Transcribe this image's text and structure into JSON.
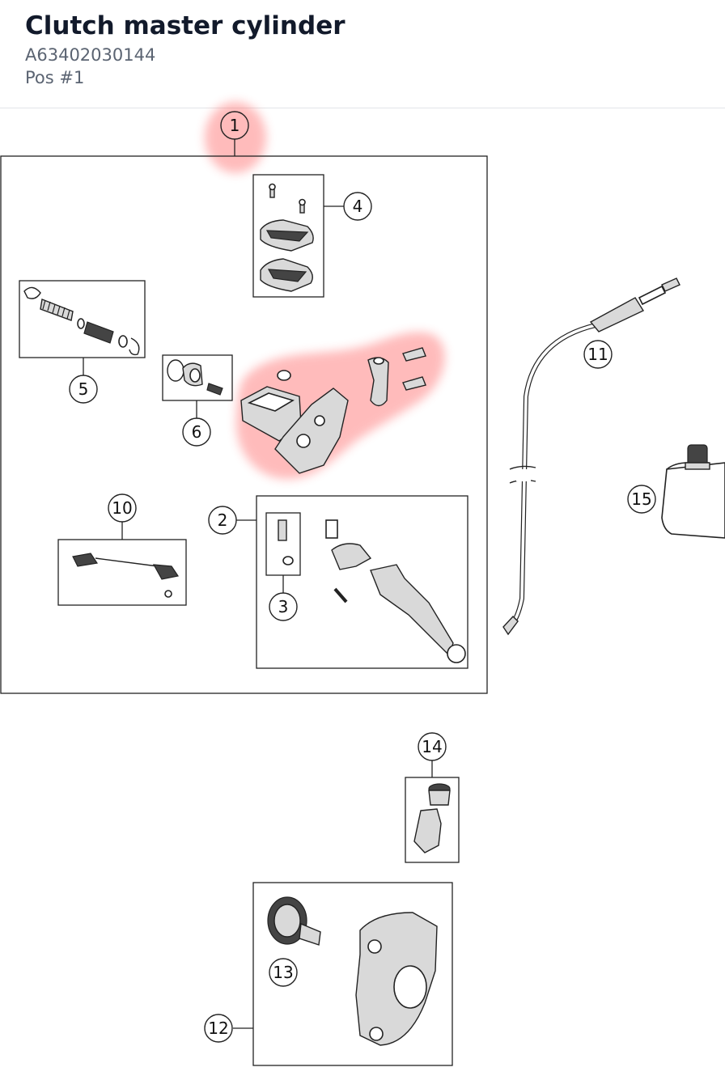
{
  "header": {
    "title": "Clutch master cylinder",
    "part_number": "A63402030144",
    "position": "Pos #1"
  },
  "diagram": {
    "highlight_color": "#ff6b6b",
    "callouts": [
      {
        "id": "callout-1",
        "label": "1",
        "highlighted": true
      },
      {
        "id": "callout-2",
        "label": "2"
      },
      {
        "id": "callout-3",
        "label": "3"
      },
      {
        "id": "callout-4",
        "label": "4"
      },
      {
        "id": "callout-5",
        "label": "5"
      },
      {
        "id": "callout-6",
        "label": "6"
      },
      {
        "id": "callout-10",
        "label": "10"
      },
      {
        "id": "callout-11",
        "label": "11"
      },
      {
        "id": "callout-12",
        "label": "12"
      },
      {
        "id": "callout-13",
        "label": "13"
      },
      {
        "id": "callout-14",
        "label": "14"
      },
      {
        "id": "callout-15",
        "label": "15"
      }
    ]
  }
}
